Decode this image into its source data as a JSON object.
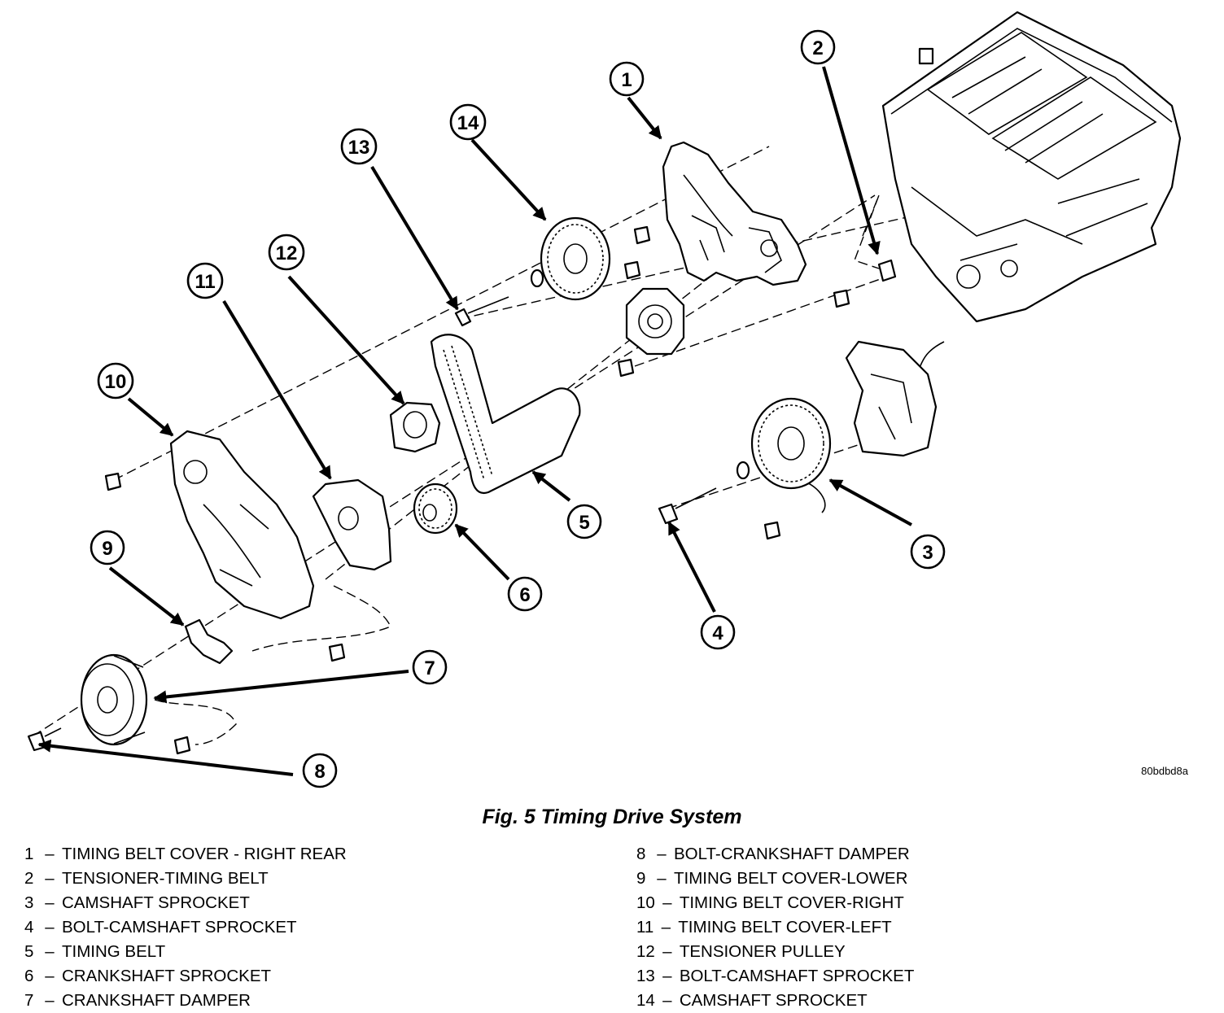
{
  "figure": {
    "code": "80bdbd8a",
    "caption": "Fig. 5 Timing Drive System",
    "callouts": [
      "1",
      "2",
      "3",
      "4",
      "5",
      "6",
      "7",
      "8",
      "9",
      "10",
      "11",
      "12",
      "13",
      "14"
    ]
  },
  "legend": {
    "separator": "–",
    "left": [
      {
        "num": "1",
        "text": "TIMING BELT COVER - RIGHT REAR"
      },
      {
        "num": "2",
        "text": "TENSIONER-TIMING BELT"
      },
      {
        "num": "3",
        "text": "CAMSHAFT SPROCKET"
      },
      {
        "num": "4",
        "text": "BOLT-CAMSHAFT SPROCKET"
      },
      {
        "num": "5",
        "text": "TIMING BELT"
      },
      {
        "num": "6",
        "text": "CRANKSHAFT SPROCKET"
      },
      {
        "num": "7",
        "text": "CRANKSHAFT DAMPER"
      }
    ],
    "right": [
      {
        "num": "8",
        "text": "BOLT-CRANKSHAFT DAMPER"
      },
      {
        "num": "9",
        "text": "TIMING BELT COVER-LOWER"
      },
      {
        "num": "10",
        "text": "TIMING BELT COVER-RIGHT"
      },
      {
        "num": "11",
        "text": "TIMING BELT COVER-LEFT"
      },
      {
        "num": "12",
        "text": "TENSIONER PULLEY"
      },
      {
        "num": "13",
        "text": "BOLT-CAMSHAFT SPROCKET"
      },
      {
        "num": "14",
        "text": "CAMSHAFT SPROCKET"
      }
    ]
  }
}
